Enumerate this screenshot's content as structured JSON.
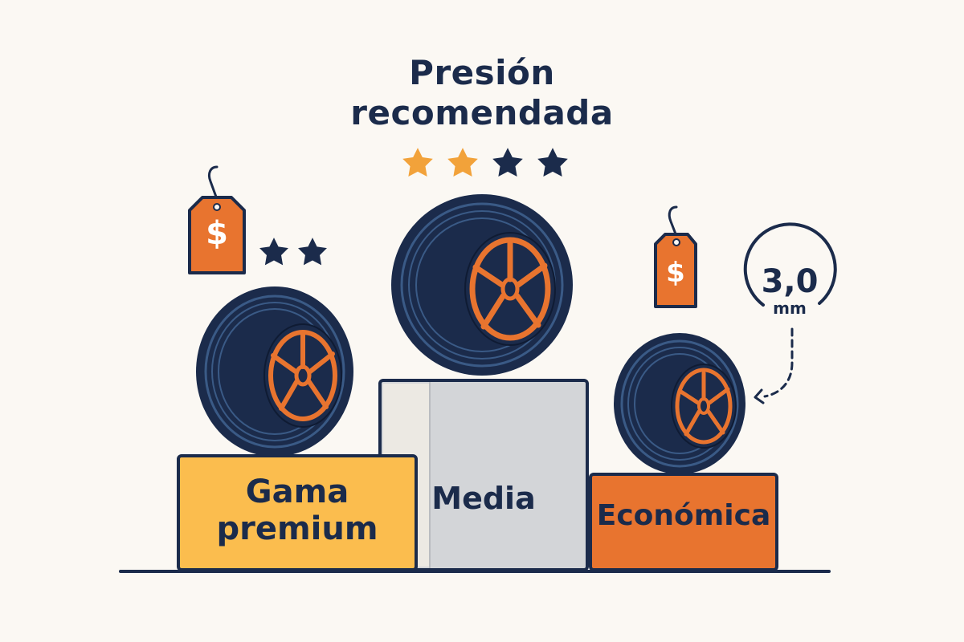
{
  "title": {
    "line1": "Presión",
    "line2": "recomendada"
  },
  "rating_center": {
    "filled": 2,
    "total": 4
  },
  "rating_left": {
    "filled": 0,
    "total": 2
  },
  "podiums": {
    "premium": {
      "line1": "Gama",
      "line2": "premium"
    },
    "media": {
      "label": "Media"
    },
    "economica": {
      "label": "Económica"
    }
  },
  "price_tags": {
    "left": "$",
    "right": "$"
  },
  "tread_depth": {
    "value": "3,0",
    "unit": "mm"
  },
  "colors": {
    "navy": "#1b2b4b",
    "orange": "#e8742f",
    "yellow": "#fbbd4e",
    "star_orange": "#f2a23a",
    "grey": "#d3d5d8",
    "background": "#fbf8f3"
  }
}
